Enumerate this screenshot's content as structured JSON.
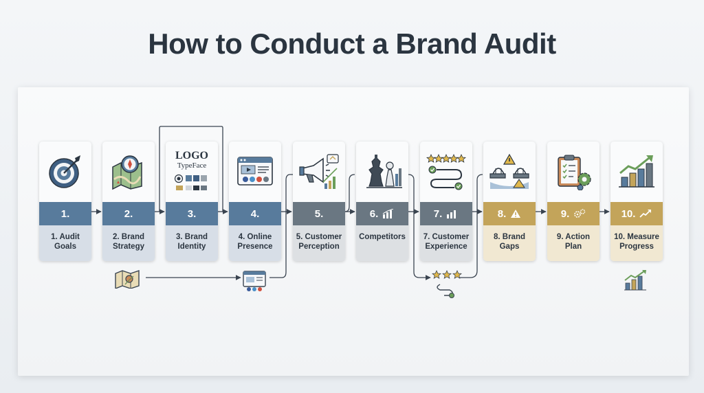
{
  "title": "How to Conduct a Brand Audit",
  "colors": {
    "blue": "#587b9c",
    "slate": "#6a7782",
    "gold": "#c3a45a",
    "lower_blue": "#d7dee7",
    "lower_gray": "#dde0e3",
    "lower_gold": "#f1e8d2"
  },
  "steps": [
    {
      "band": "1.",
      "label_lines": [
        "1. Audit",
        "Goals"
      ],
      "icon": "target-icon",
      "band_icon": ""
    },
    {
      "band": "2.",
      "label_lines": [
        "2. Brand",
        "Strategy"
      ],
      "icon": "map-compass-icon",
      "band_icon": ""
    },
    {
      "band": "3.",
      "label_lines": [
        "3. Brand",
        "Identity"
      ],
      "icon": "logo-typeface-icon",
      "band_icon": "",
      "logo_text": "LOGO",
      "typeface_text": "TypeFace"
    },
    {
      "band": "4.",
      "label_lines": [
        "4. Online",
        "Presence"
      ],
      "icon": "browser-window-icon",
      "band_icon": ""
    },
    {
      "band": "5.",
      "label_lines": [
        "5. Customer",
        "Perception"
      ],
      "icon": "megaphone-icon",
      "band_icon": ""
    },
    {
      "band": "6.",
      "label_lines": [
        "Competitors"
      ],
      "icon": "chess-pieces-icon",
      "band_icon": "bar-chart-icon"
    },
    {
      "band": "7.",
      "label_lines": [
        "7. Customer",
        "Experience"
      ],
      "icon": "star-rating-icon",
      "band_icon": "bar-chart-icon"
    },
    {
      "band": "8.",
      "label_lines": [
        "8. Brand",
        "Gaps"
      ],
      "icon": "bridge-gap-icon",
      "band_icon": "warning-icon"
    },
    {
      "band": "9.",
      "label_lines": [
        "9. Action",
        "Plan"
      ],
      "icon": "clipboard-gears-icon",
      "band_icon": "gears-icon"
    },
    {
      "band": "10.",
      "label_lines": [
        "10. Measure",
        "Progress"
      ],
      "icon": "growth-chart-icon",
      "band_icon": "trend-arrow-icon"
    }
  ]
}
